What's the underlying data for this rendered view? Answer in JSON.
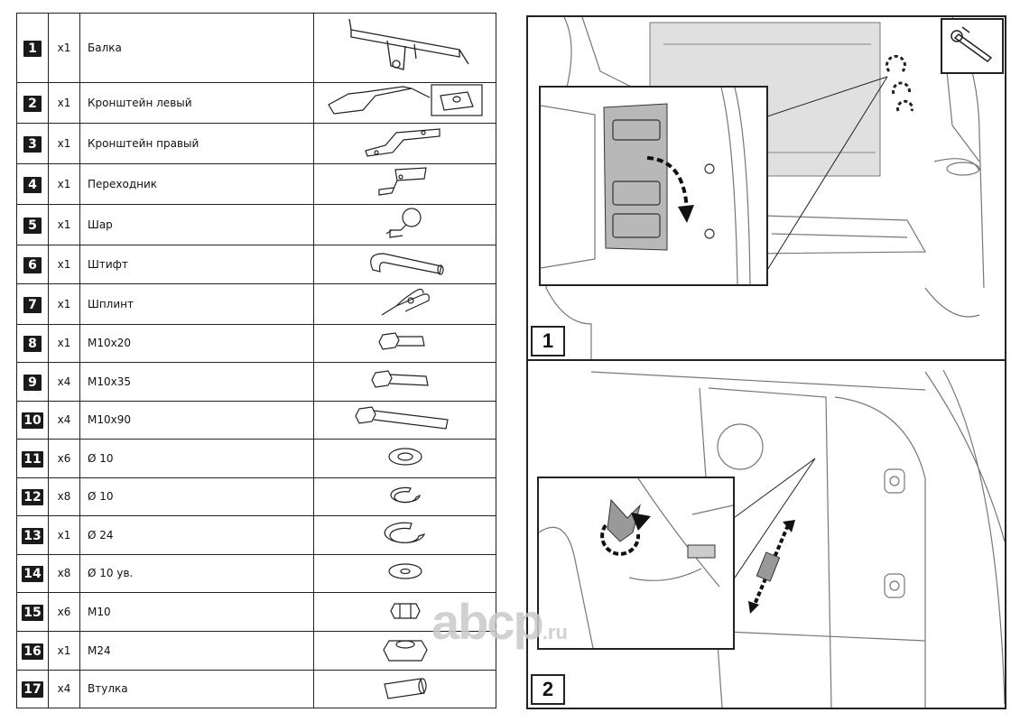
{
  "parts": [
    {
      "num": "1",
      "qty": "x1",
      "name": "Балка",
      "icon": "tow-beam-icon"
    },
    {
      "num": "2",
      "qty": "x1",
      "name": "Кронштейн левый",
      "icon": "left-bracket-icon"
    },
    {
      "num": "3",
      "qty": "x1",
      "name": "Кронштейн правый",
      "icon": "right-bracket-icon"
    },
    {
      "num": "4",
      "qty": "x1",
      "name": "Переходник",
      "icon": "adapter-icon"
    },
    {
      "num": "5",
      "qty": "x1",
      "name": "Шар",
      "icon": "tow-ball-icon"
    },
    {
      "num": "6",
      "qty": "x1",
      "name": "Штифт",
      "icon": "pin-icon"
    },
    {
      "num": "7",
      "qty": "x1",
      "name": "Шплинт",
      "icon": "cotter-pin-icon"
    },
    {
      "num": "8",
      "qty": "x1",
      "name": "M10x20",
      "icon": "short-bolt-icon"
    },
    {
      "num": "9",
      "qty": "x4",
      "name": "M10x35",
      "icon": "medium-bolt-icon"
    },
    {
      "num": "10",
      "qty": "x4",
      "name": "M10x90",
      "icon": "long-bolt-icon"
    },
    {
      "num": "11",
      "qty": "x6",
      "name": "Ø 10",
      "icon": "flat-washer-icon"
    },
    {
      "num": "12",
      "qty": "x8",
      "name": "Ø 10",
      "icon": "spring-washer-icon"
    },
    {
      "num": "13",
      "qty": "x1",
      "name": "Ø 24",
      "icon": "large-spring-washer-icon"
    },
    {
      "num": "14",
      "qty": "x8",
      "name": "Ø 10 ув.",
      "icon": "wide-washer-icon"
    },
    {
      "num": "15",
      "qty": "x6",
      "name": "M10",
      "icon": "nut-icon"
    },
    {
      "num": "16",
      "qty": "x1",
      "name": "M24",
      "icon": "large-nut-icon"
    },
    {
      "num": "17",
      "qty": "x4",
      "name": "Втулка",
      "icon": "sleeve-icon"
    }
  ],
  "figures": {
    "fig1_label": "1",
    "fig2_label": "2"
  },
  "watermark": {
    "main": "abcp",
    "suffix": ".ru"
  }
}
